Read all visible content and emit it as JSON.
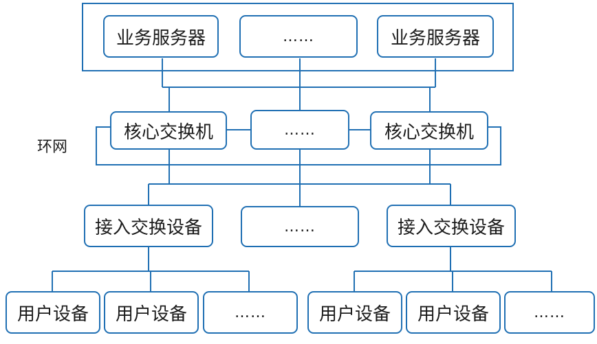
{
  "colors": {
    "line": "#1f6fb3",
    "text": "#1b1b1b",
    "background": "#ffffff"
  },
  "ring_label": "环网",
  "server_tier": [
    "业务服务器",
    "……",
    "业务服务器"
  ],
  "core_tier": [
    "核心交换机",
    "……",
    "核心交换机"
  ],
  "access_tier": [
    "接入交换设备",
    "……",
    "接入交换设备"
  ],
  "user_group_left": [
    "用户设备",
    "用户设备",
    "……"
  ],
  "user_group_right": [
    "用户设备",
    "用户设备",
    "……"
  ]
}
